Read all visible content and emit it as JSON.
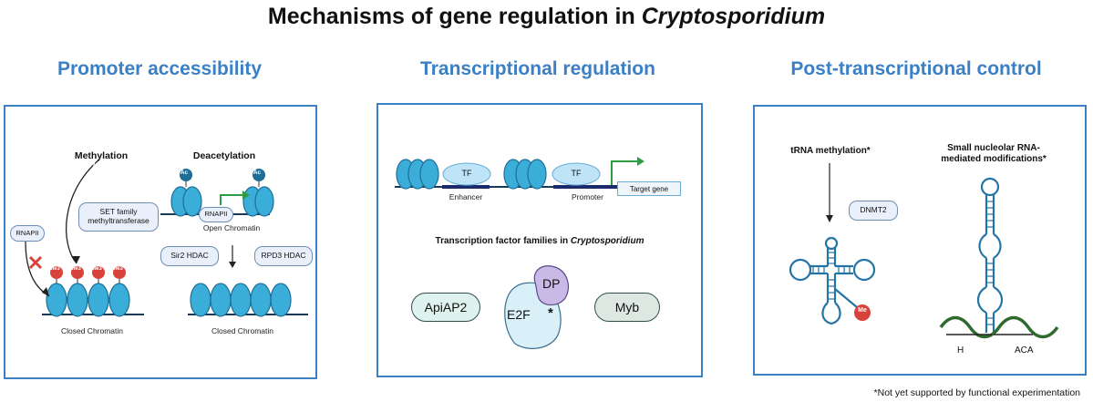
{
  "title": {
    "main": "Mechanisms of gene regulation in ",
    "italic": "Cryptosporidium"
  },
  "sections": {
    "promoter": {
      "title": "Promoter accessibility",
      "methylation": "Methylation",
      "deacetylation": "Deacetylation",
      "set_family": "SET family methyltransferase",
      "rnapii_left": "RNAPII",
      "rnapii_right": "RNAPII",
      "sir2": "Sir2 HDAC",
      "rpd3": "RPD3 HDAC",
      "open_chromatin": "Open Chromatin",
      "closed_chromatin_left": "Closed Chromatin",
      "closed_chromatin_right": "Closed Chromatin",
      "me3": "Me3",
      "ac": "Ac"
    },
    "transcriptional": {
      "title": "Transcriptional regulation",
      "tf1": "TF",
      "tf2": "TF",
      "enhancer": "Enhancer",
      "promoter": "Promoter",
      "target_gene": "Target gene",
      "families_prefix": "Transcription factor families in ",
      "families_italic": "Cryptosporidium",
      "apiap2": "ApiAP2",
      "e2f": "E2F",
      "dp": "DP",
      "asterisk": "*",
      "myb": "Myb"
    },
    "post": {
      "title": "Post-transcriptional control",
      "trna": "tRNA methylation*",
      "snorna": "Small nucleolar RNA-mediated modifications*",
      "dnmt2": "DNMT2",
      "me": "Me",
      "h": "H",
      "aca": "ACA"
    }
  },
  "footnote": "*Not yet supported by functional experimentation",
  "colors": {
    "accent": "#3b7fc4",
    "nucleosome": "#3aaed8",
    "nucleosome_dark": "#1f6e98",
    "histone_mark_red": "#d9423a",
    "arrow_green": "#2e9e45",
    "rna": "#2474a6",
    "snorna_wave": "#2f6b2f"
  }
}
